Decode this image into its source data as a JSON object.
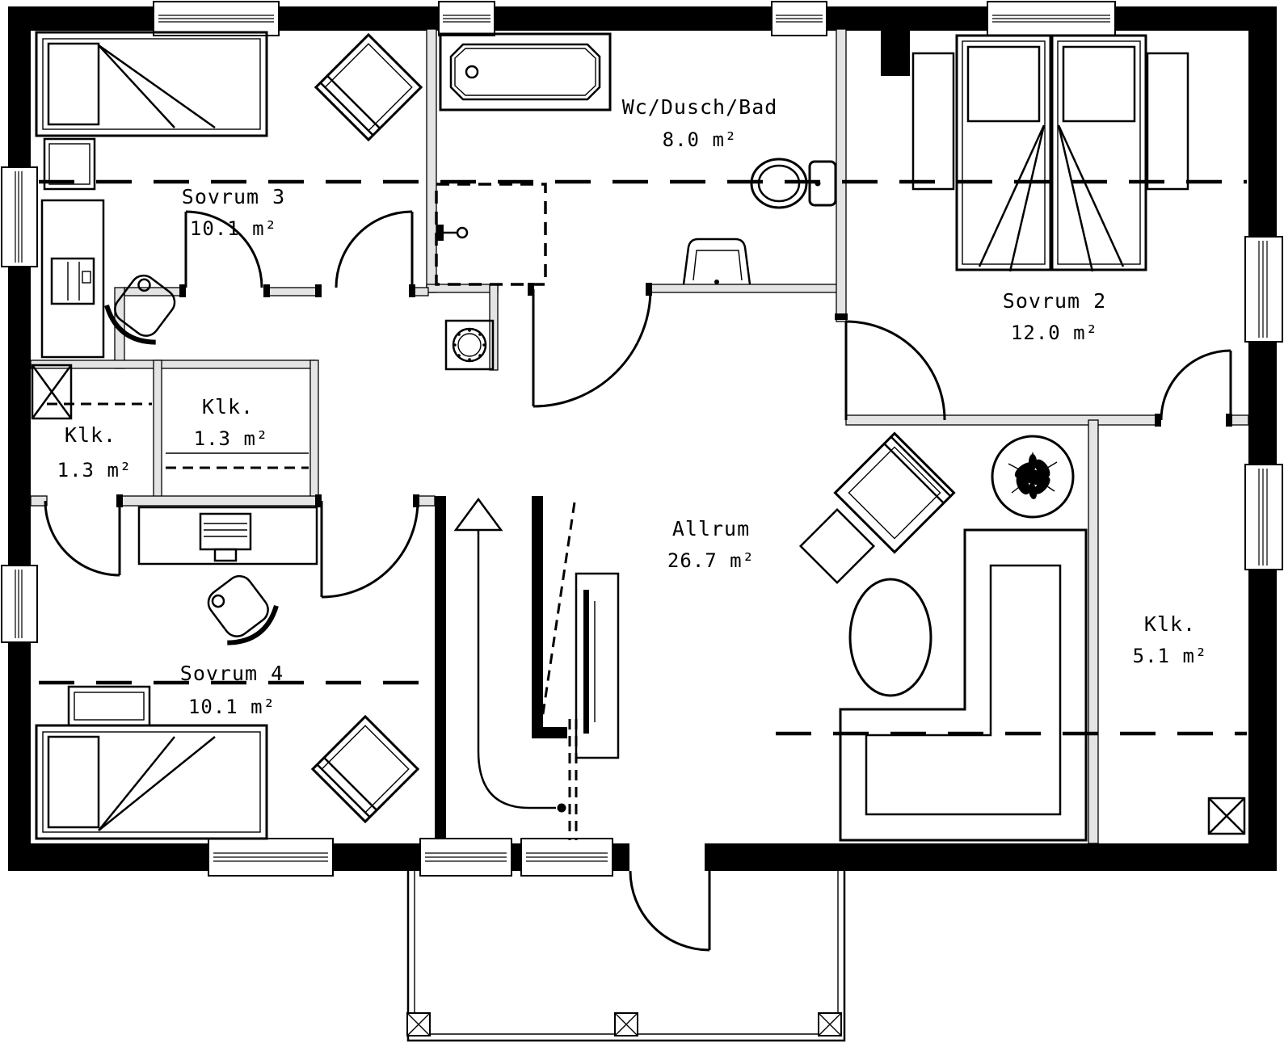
{
  "figure_type": "architectural floor plan",
  "colors": {
    "ink": "#000000",
    "background": "#ffffff",
    "light_wall": "#e4e4e4"
  },
  "rooms": [
    {
      "id": "sovrum3",
      "name": "Sovrum 3",
      "area": "10.1 m²"
    },
    {
      "id": "wc",
      "name": "Wc/Dusch/Bad",
      "area": "8.0 m²"
    },
    {
      "id": "sovrum2",
      "name": "Sovrum 2",
      "area": "12.0 m²"
    },
    {
      "id": "klk_west",
      "name": "Klk.",
      "area": "1.3 m²"
    },
    {
      "id": "klk_mid",
      "name": "Klk.",
      "area": "1.3 m²"
    },
    {
      "id": "allrum",
      "name": "Allrum",
      "area": "26.7 m²"
    },
    {
      "id": "sovrum4",
      "name": "Sovrum 4",
      "area": "10.1 m²"
    },
    {
      "id": "klk_east",
      "name": "Klk.",
      "area": "5.1 m²"
    }
  ]
}
